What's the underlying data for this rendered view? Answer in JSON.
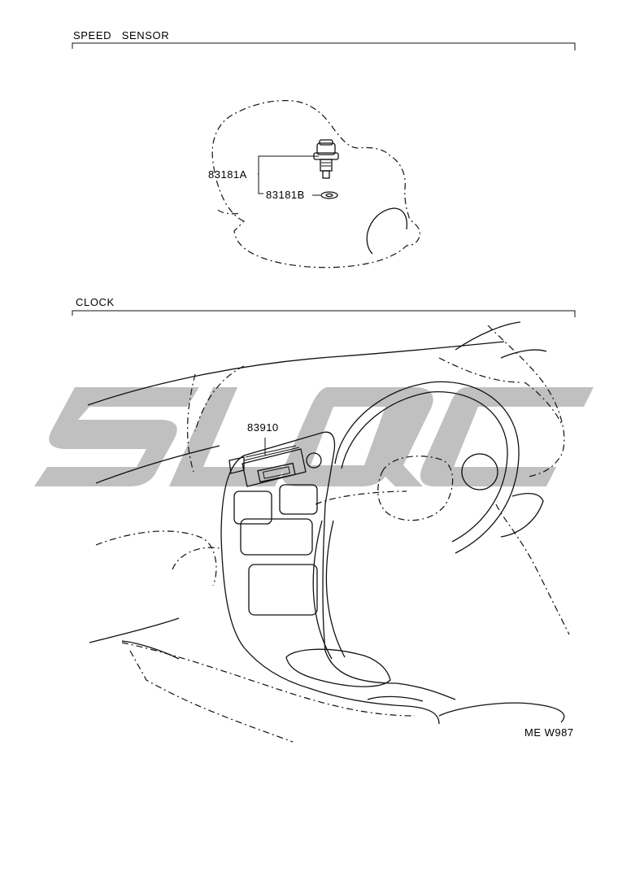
{
  "sections": {
    "speed_sensor": {
      "title": "SPEED   SENSOR"
    },
    "clock": {
      "title": "CLOCK"
    }
  },
  "parts": {
    "sensor_assembly": "83181A",
    "sensor_washer": "83181B",
    "clock": "83910"
  },
  "figure_code": "ME W987",
  "watermark": {
    "text": "SLQC",
    "color": "#bdbdbd"
  }
}
